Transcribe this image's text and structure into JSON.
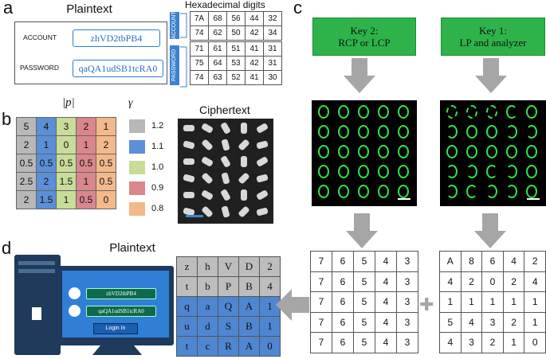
{
  "panel_labels": {
    "a": "a",
    "b": "b",
    "c": "c",
    "d": "d"
  },
  "panel_a": {
    "title": "Plaintext",
    "account_label": "ACCOUNT",
    "account_value": "zhVD2tbPB4",
    "password_label": "PASSWORD",
    "password_value": "qaQA1udSB1tcRA0",
    "hex_title": "Hexadecimal digits",
    "account_tab": "ACCOUNT",
    "password_tab": "PASSWORD",
    "hex_rows": [
      [
        "7A",
        "68",
        "56",
        "44",
        "32"
      ],
      [
        "74",
        "62",
        "50",
        "42",
        "34"
      ],
      [
        "71",
        "61",
        "51",
        "41",
        "31"
      ],
      [
        "75",
        "64",
        "53",
        "42",
        "31"
      ],
      [
        "74",
        "63",
        "52",
        "41",
        "30"
      ]
    ]
  },
  "panel_b": {
    "p_header": "|p|",
    "gamma_header": "γ",
    "ciphertext_title": "Ciphertext",
    "rows": [
      [
        "5",
        "4",
        "3",
        "2",
        "1"
      ],
      [
        "2",
        "1",
        "0",
        "1",
        "2"
      ],
      [
        "0.5",
        "0.5",
        "0.5",
        "0.5",
        "0.5"
      ],
      [
        "2.5",
        "2",
        "1.5",
        "1",
        "0.5"
      ],
      [
        "2",
        "1.5",
        "1",
        "0.5",
        "0"
      ]
    ],
    "column_colors": [
      "#b8b8b8",
      "#5b8fd6",
      "#c9dc9a",
      "#d9868c",
      "#f3b98a"
    ],
    "legend": [
      {
        "value": "1.2",
        "color": "#b8b8b8"
      },
      {
        "value": "1.1",
        "color": "#5b8fd6"
      },
      {
        "value": "1.0",
        "color": "#c9dc9a"
      },
      {
        "value": "0.9",
        "color": "#d9868c"
      },
      {
        "value": "0.8",
        "color": "#f3b98a"
      }
    ]
  },
  "panel_c": {
    "key2_line1": "Key 2:",
    "key2_line2": "RCP or LCP",
    "key1_line1": "Key 1:",
    "key1_line2": "LP and analyzer",
    "left_table": [
      [
        "7",
        "6",
        "5",
        "4",
        "3"
      ],
      [
        "7",
        "6",
        "5",
        "4",
        "3"
      ],
      [
        "7",
        "6",
        "5",
        "4",
        "3"
      ],
      [
        "7",
        "6",
        "5",
        "4",
        "3"
      ],
      [
        "7",
        "6",
        "5",
        "4",
        "3"
      ]
    ],
    "right_table": [
      [
        "A",
        "8",
        "6",
        "4",
        "2"
      ],
      [
        "4",
        "2",
        "0",
        "2",
        "4"
      ],
      [
        "1",
        "1",
        "1",
        "1",
        "1"
      ],
      [
        "5",
        "4",
        "3",
        "2",
        "1"
      ],
      [
        "4",
        "3",
        "2",
        "1",
        "0"
      ]
    ],
    "plus_symbol": "✚",
    "ring_color": "#2ee24a",
    "key_color": "#2db34a"
  },
  "panel_d": {
    "title": "Plaintext",
    "screen_account": "zhVD2tbPB4",
    "screen_password": "qaQA1udSB1tcRA0",
    "login_label": "Login In",
    "char_rows": [
      [
        "z",
        "h",
        "V",
        "D",
        "2"
      ],
      [
        "t",
        "b",
        "P",
        "B",
        "4"
      ],
      [
        "q",
        "a",
        "Q",
        "A",
        "1"
      ],
      [
        "u",
        "d",
        "S",
        "B",
        "1"
      ],
      [
        "t",
        "c",
        "R",
        "A",
        "0"
      ]
    ],
    "row_colors": [
      "#bdbdbd",
      "#bdbdbd",
      "#4f86d1",
      "#4f86d1",
      "#4f86d1"
    ]
  }
}
